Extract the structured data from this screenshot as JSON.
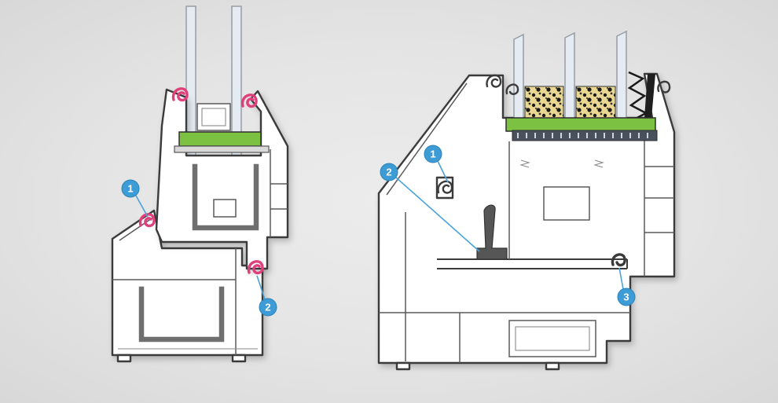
{
  "colors": {
    "profile_fill": "#ffffff",
    "profile_stroke": "#3b3b3b",
    "glass_fill": "#e4ebf2",
    "glass_stroke": "#979da3",
    "glazing_bead_green": "#7cc142",
    "gasket_pink": "#e0407a",
    "steel_gray": "#6f6f6f",
    "insulation_base": "#ead892",
    "insulation_speck": "#1a1a1a",
    "spacer_dark": "#49525c",
    "membrane_black": "#1f1f1f",
    "dark_gasket": "#565656",
    "badge_fill": "#3d9bd6",
    "badge_text": "#ffffff",
    "leader_line": "#4aa4db"
  },
  "diagrams": {
    "left": {
      "badges": [
        {
          "label": "1"
        },
        {
          "label": "2"
        }
      ]
    },
    "right": {
      "badges": [
        {
          "label": "1"
        },
        {
          "label": "2"
        },
        {
          "label": "3"
        }
      ]
    }
  }
}
